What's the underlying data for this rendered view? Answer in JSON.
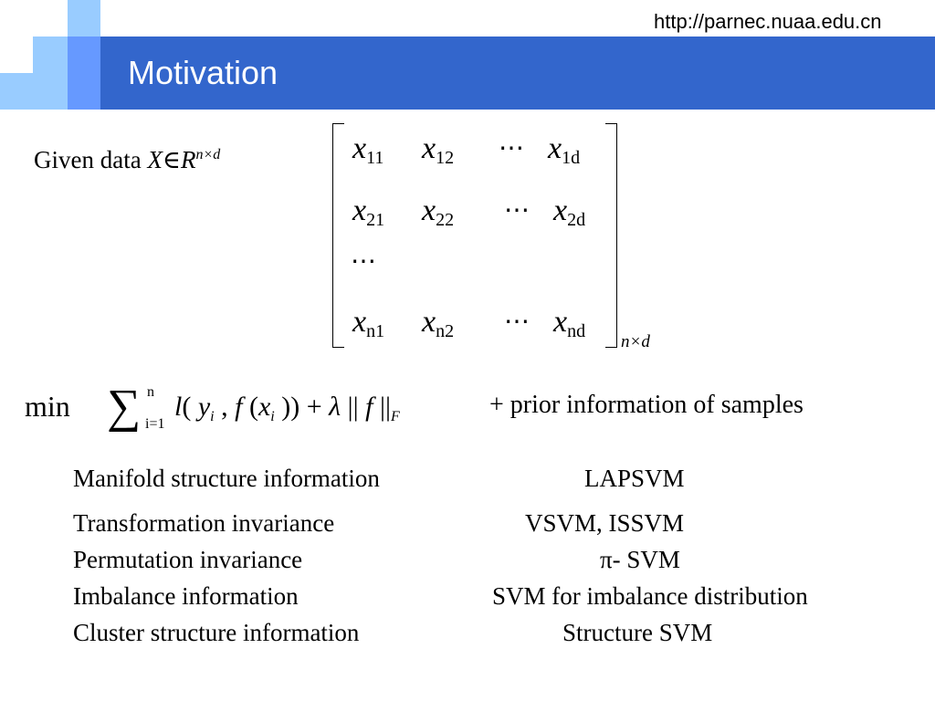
{
  "header": {
    "title": "Motivation",
    "url": "http://parnec.nuaa.edu.cn",
    "bar_color": "#3366cc",
    "deco_colors": [
      "#99ccff",
      "#6699ff",
      "#3366cc"
    ]
  },
  "given": {
    "prefix": "Given data",
    "var": "X",
    "in": "∈",
    "set": "R",
    "dims": "n×d"
  },
  "matrix": {
    "rows": [
      [
        {
          "base": "x",
          "sub": "11"
        },
        {
          "base": "x",
          "sub": "12"
        },
        {
          "base": "⋯",
          "sub": ""
        },
        {
          "base": "x",
          "sub": "1d"
        }
      ],
      [
        {
          "base": "x",
          "sub": "21"
        },
        {
          "base": "x",
          "sub": "22"
        },
        {
          "base": "⋯",
          "sub": ""
        },
        {
          "base": "x",
          "sub": "2d"
        }
      ],
      [
        {
          "base": "⋯",
          "sub": ""
        }
      ],
      [
        {
          "base": "x",
          "sub": "n1"
        },
        {
          "base": "x",
          "sub": "n2"
        },
        {
          "base": "⋯",
          "sub": ""
        },
        {
          "base": "x",
          "sub": "nd"
        }
      ]
    ],
    "dims": "n×d"
  },
  "formula": {
    "min": "min",
    "sigma": "∑",
    "upper": "n",
    "lower": "i=1",
    "expr": "l ( y_i , f ( x_i )) + λ || f ||_F",
    "prior": "+ prior information of samples"
  },
  "items": [
    {
      "info": "Manifold structure information",
      "method": "LAPSVM"
    },
    {
      "info": "Transformation invariance",
      "method": "VSVM, ISSVM"
    },
    {
      "info": "Permutation  invariance",
      "method": "π- SVM"
    },
    {
      "info": "Imbalance information",
      "method": "SVM for imbalance distribution"
    },
    {
      "info": "Cluster structure information",
      "method": "Structure SVM"
    }
  ]
}
